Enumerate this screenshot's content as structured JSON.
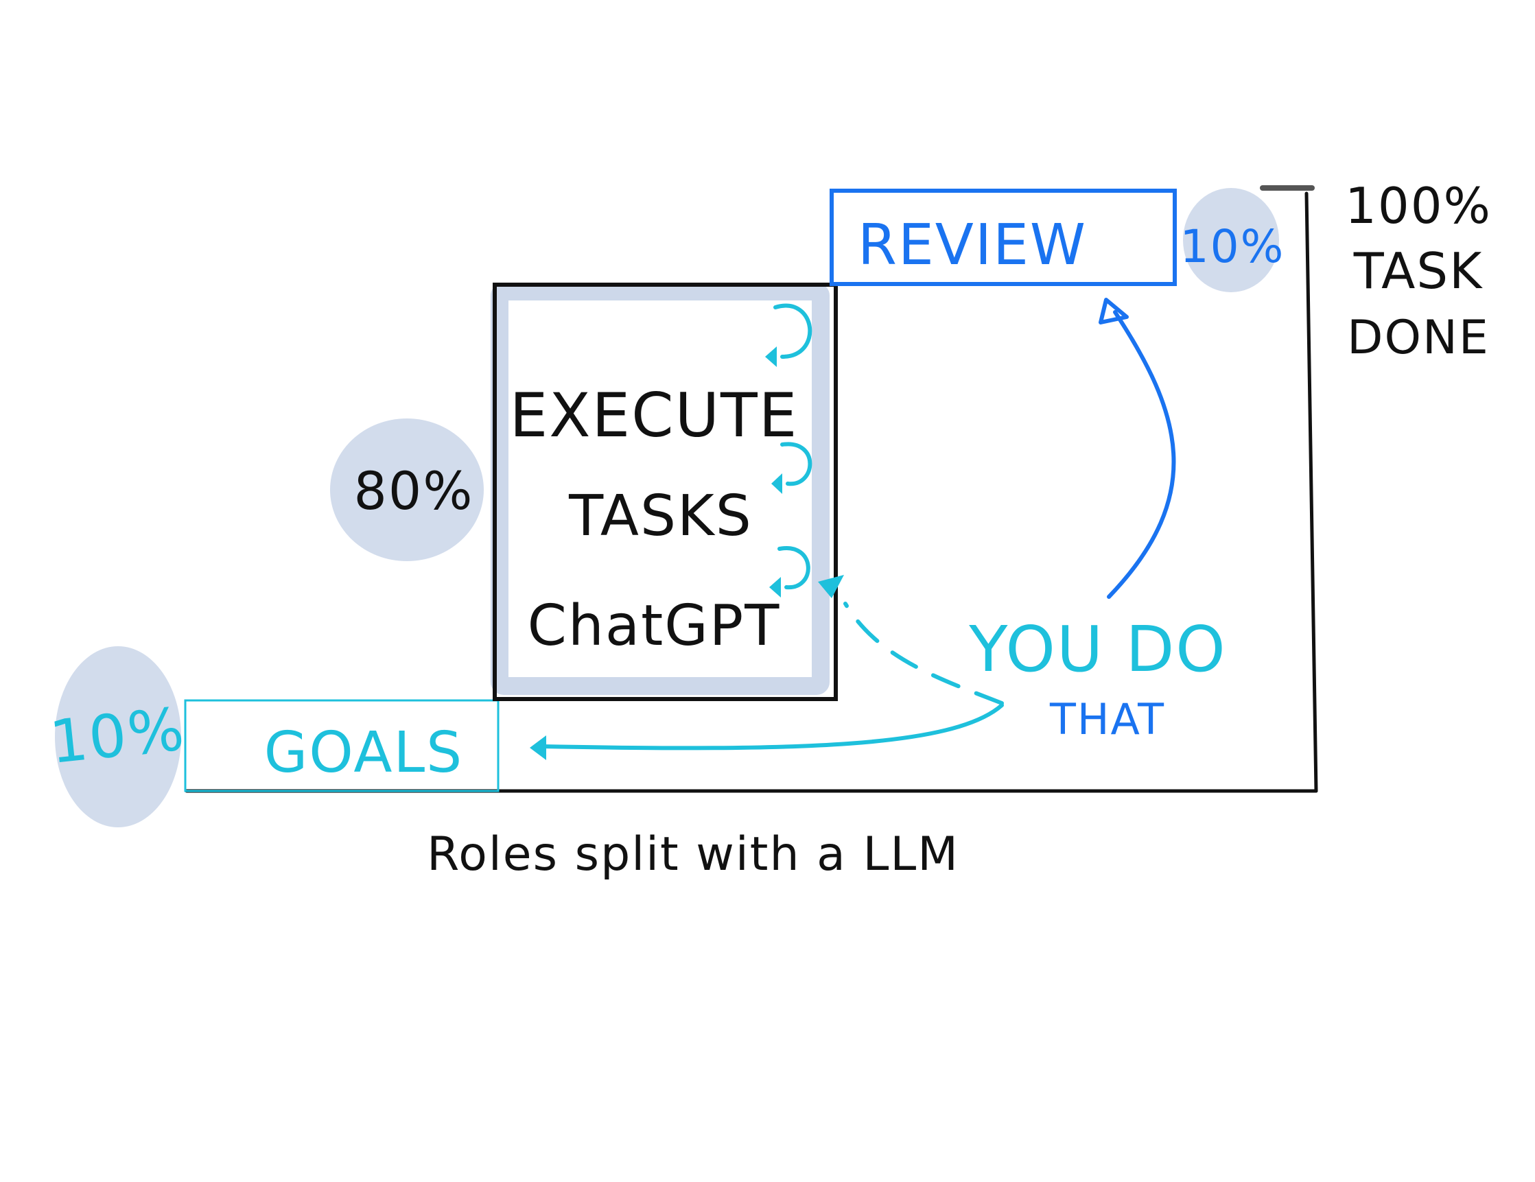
{
  "diagram": {
    "goals_percent": "10%",
    "goals_label": "GOALS",
    "execute_percent": "80%",
    "execute_lines": [
      "EXECUTE",
      "TASKS",
      "ChatGPT"
    ],
    "review_label": "REVIEW",
    "review_percent": "10%",
    "done_lines": [
      "100%",
      "TASK",
      "DONE"
    ],
    "you_do_line1": "YOU DO",
    "you_do_line2": "THAT",
    "caption": "Roles split with a LLM"
  },
  "colors": {
    "black": "#111111",
    "cyan": "#1ec0dc",
    "blue": "#1a73f0",
    "blob": "#d2dcec",
    "frame": "#cdd8ea",
    "cap": "#555555"
  }
}
